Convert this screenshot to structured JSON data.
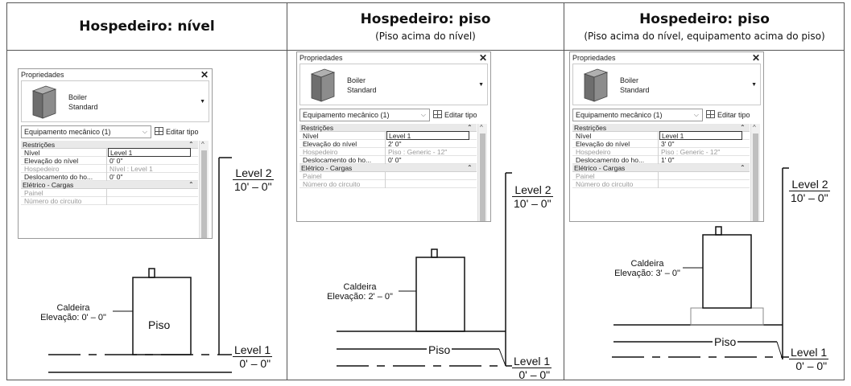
{
  "columns": [
    {
      "title": "Hospedeiro: nível",
      "subtitle": ""
    },
    {
      "title": "Hospedeiro: piso",
      "subtitle": "(Piso acima do nível)"
    },
    {
      "title": "Hospedeiro: piso",
      "subtitle": "(Piso acima do nível, equipamento acima do piso)"
    }
  ],
  "panels": [
    {
      "title": "Propriedades",
      "type_family": "Boiler",
      "type_name": "Standard",
      "selector": "Equipamento mecânico (1)",
      "edit_type": "Editar tipo",
      "group1": "Restrições",
      "rows": [
        {
          "label": "Nível",
          "value": "Level 1"
        },
        {
          "label": "Elevação do nível",
          "value": "0'  0\""
        },
        {
          "label": "Hospedeiro",
          "value": "Nível : Level 1"
        },
        {
          "label": "Deslocamento do ho...",
          "value": "0'  0\""
        }
      ],
      "group2": "Elétrico - Cargas",
      "rows2": [
        {
          "label": "Painel",
          "value": ""
        },
        {
          "label": "Número do circuito",
          "value": ""
        }
      ]
    },
    {
      "title": "Propriedades",
      "type_family": "Boiler",
      "type_name": "Standard",
      "selector": "Equipamento mecânico (1)",
      "edit_type": "Editar tipo",
      "group1": "Restrições",
      "rows": [
        {
          "label": "Nível",
          "value": "Level 1"
        },
        {
          "label": "Elevação do nível",
          "value": "2'  0\""
        },
        {
          "label": "Hospedeiro",
          "value": "Piso : Generic - 12\""
        },
        {
          "label": "Deslocamento do ho...",
          "value": "0'  0\""
        }
      ],
      "group2": "Elétrico - Cargas",
      "rows2": [
        {
          "label": "Painel",
          "value": ""
        },
        {
          "label": "Número do circuito",
          "value": ""
        }
      ]
    },
    {
      "title": "Propriedades",
      "type_family": "Boiler",
      "type_name": "Standard",
      "selector": "Equipamento mecânico (1)",
      "edit_type": "Editar tipo",
      "group1": "Restrições",
      "rows": [
        {
          "label": "Nível",
          "value": "Level 1"
        },
        {
          "label": "Elevação do nível",
          "value": "3'  0\""
        },
        {
          "label": "Hospedeiro",
          "value": "Piso : Generic - 12\""
        },
        {
          "label": "Deslocamento do ho...",
          "value": "1'  0\""
        }
      ],
      "group2": "Elétrico - Cargas",
      "rows2": [
        {
          "label": "Painel",
          "value": ""
        },
        {
          "label": "Número do circuito",
          "value": ""
        }
      ]
    }
  ],
  "drawings": [
    {
      "level2_name": "Level 2",
      "level2_elev": "10' – 0\"",
      "level1_name": "Level 1",
      "level1_elev": "0' – 0\"",
      "equip_name": "Caldeira",
      "equip_elev": "Elevação: 0' – 0\"",
      "floor_label": "Piso"
    },
    {
      "level2_name": "Level 2",
      "level2_elev": "10' – 0\"",
      "level1_name": "Level 1",
      "level1_elev": "0' – 0\"",
      "equip_name": "Caldeira",
      "equip_elev": "Elevação: 2' – 0\"",
      "floor_label": "Piso"
    },
    {
      "level2_name": "Level 2",
      "level2_elev": "10' – 0\"",
      "level1_name": "Level 1",
      "level1_elev": "0' – 0\"",
      "equip_name": "Caldeira",
      "equip_elev": "Elevação: 3' – 0\"",
      "floor_label": "Piso"
    }
  ]
}
